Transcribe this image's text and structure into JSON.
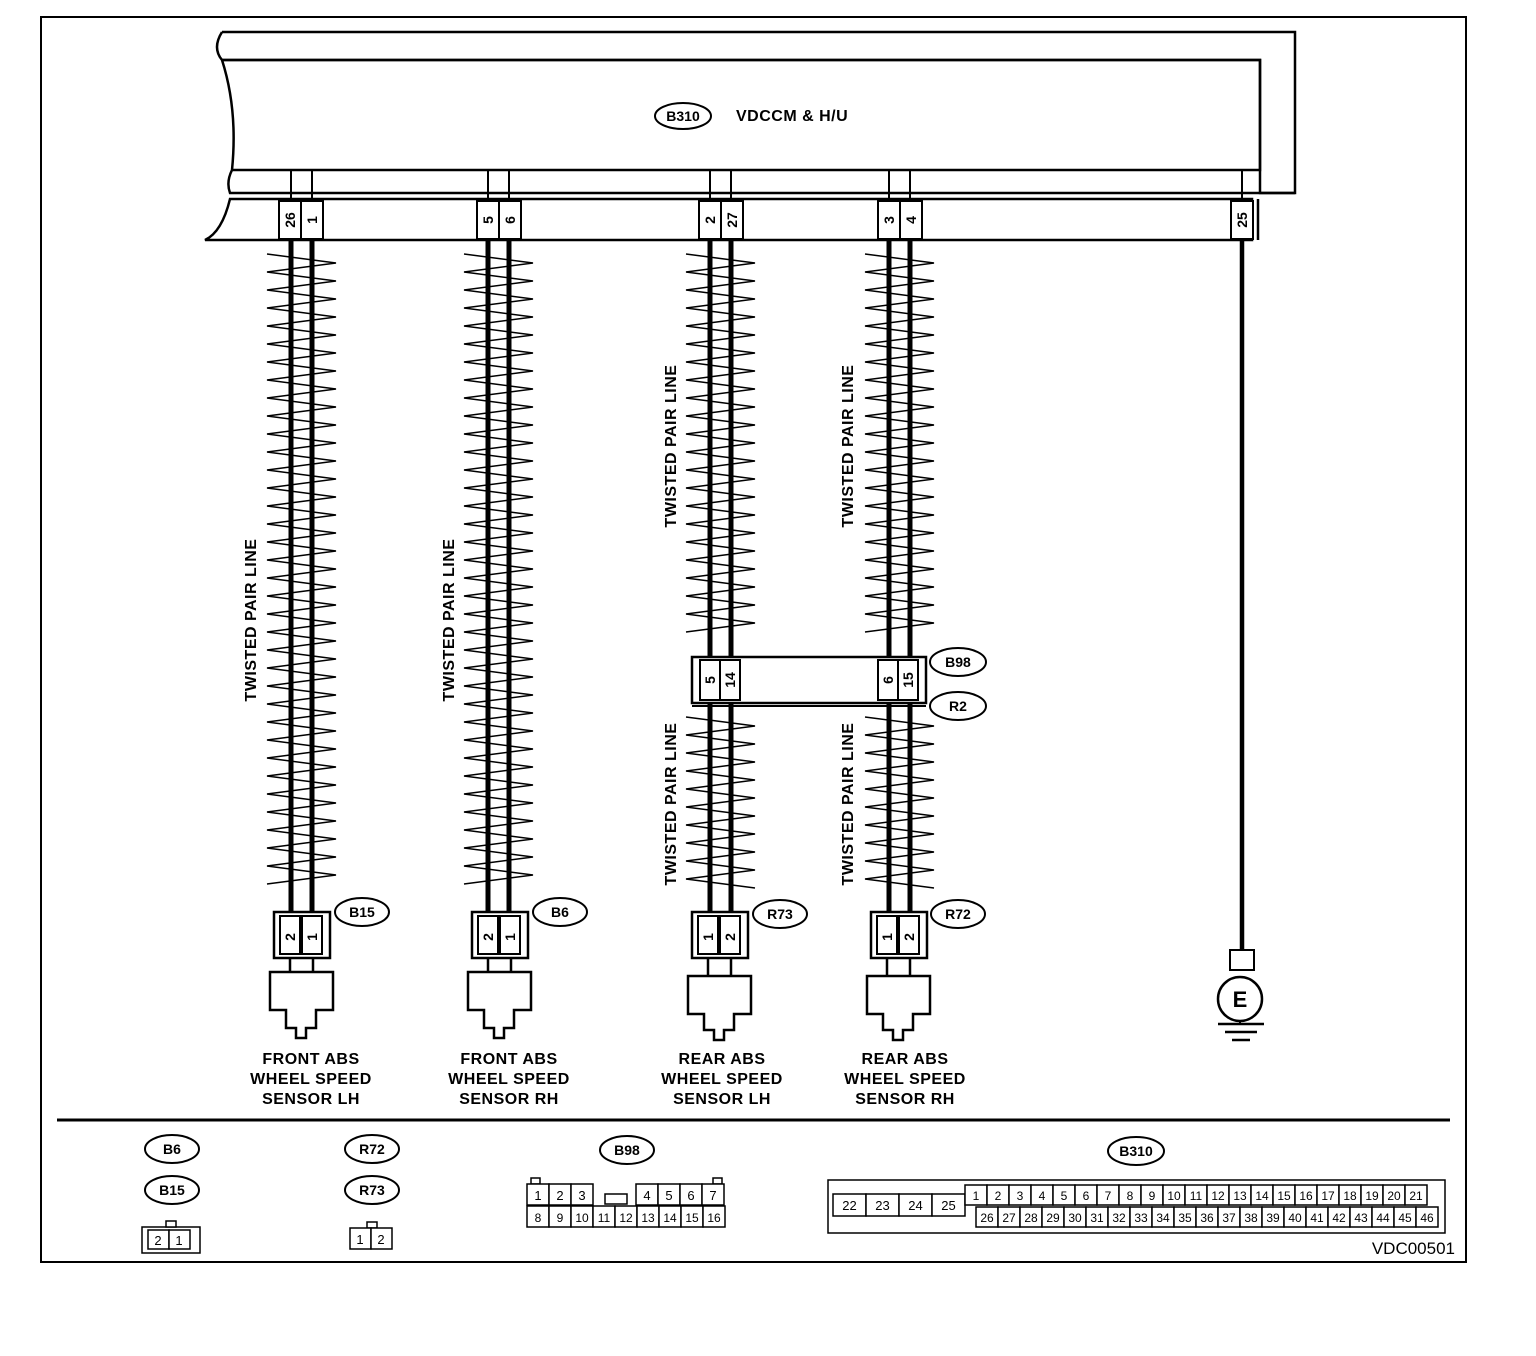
{
  "module": {
    "connector": "B310",
    "name": "VDCCM & H/U"
  },
  "header_pins": [
    {
      "a": "26",
      "b": "1"
    },
    {
      "a": "5",
      "b": "6"
    },
    {
      "a": "2",
      "b": "27"
    },
    {
      "a": "3",
      "b": "4"
    }
  ],
  "ground_pin": "25",
  "ground_symbol": "E",
  "twisted_label": "TWISTED PAIR LINE",
  "joint": {
    "tag_upper": "B98",
    "tag_lower": "R2",
    "pins": [
      [
        "5",
        "14"
      ],
      [
        "6",
        "15"
      ]
    ]
  },
  "sensors": [
    {
      "connector": "B15",
      "pins": [
        "2",
        "1"
      ],
      "line1": "FRONT ABS",
      "line2": "WHEEL SPEED",
      "line3": "SENSOR LH"
    },
    {
      "connector": "B6",
      "pins": [
        "2",
        "1"
      ],
      "line1": "FRONT ABS",
      "line2": "WHEEL SPEED",
      "line3": "SENSOR RH"
    },
    {
      "connector": "R73",
      "pins": [
        "1",
        "2"
      ],
      "line1": "REAR ABS",
      "line2": "WHEEL SPEED",
      "line3": "SENSOR LH"
    },
    {
      "connector": "R72",
      "pins": [
        "1",
        "2"
      ],
      "line1": "REAR ABS",
      "line2": "WHEEL SPEED",
      "line3": "SENSOR RH"
    }
  ],
  "legend": {
    "group1": {
      "tags": [
        "B6",
        "B15"
      ],
      "pins": [
        "2",
        "1"
      ]
    },
    "group2": {
      "tags": [
        "R72",
        "R73"
      ],
      "pins": [
        "1",
        "2"
      ]
    },
    "group3": {
      "tag": "B98",
      "top": [
        "1",
        "2",
        "3",
        "4",
        "5",
        "6",
        "7"
      ],
      "bottom": [
        "8",
        "9",
        "10",
        "11",
        "12",
        "13",
        "14",
        "15",
        "16"
      ]
    },
    "group4": {
      "tag": "B310",
      "left": [
        "22",
        "23",
        "24",
        "25"
      ],
      "top": [
        "1",
        "2",
        "3",
        "4",
        "5",
        "6",
        "7",
        "8",
        "9",
        "10",
        "11",
        "12",
        "13",
        "14",
        "15",
        "16",
        "17",
        "18",
        "19",
        "20",
        "21"
      ],
      "bottom": [
        "26",
        "27",
        "28",
        "29",
        "30",
        "31",
        "32",
        "33",
        "34",
        "35",
        "36",
        "37",
        "38",
        "39",
        "40",
        "41",
        "42",
        "43",
        "44",
        "45",
        "46"
      ]
    }
  },
  "figure_code": "VDC00501"
}
